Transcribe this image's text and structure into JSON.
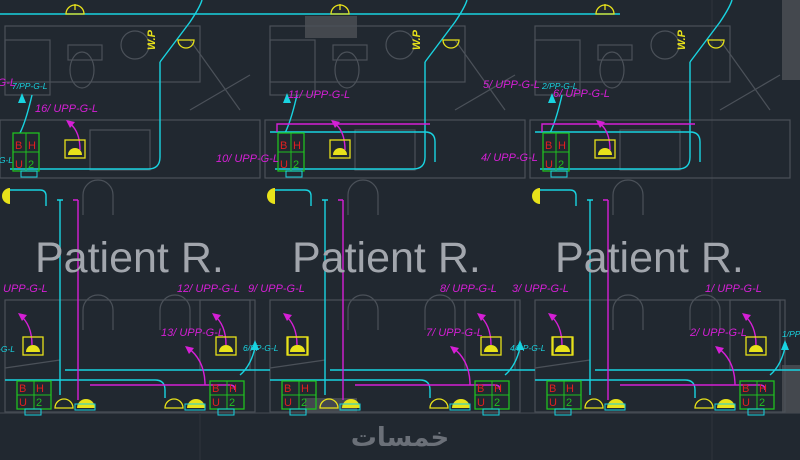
{
  "drawing": {
    "room_labels": [
      "Patient R.",
      "Patient R.",
      "Patient R."
    ],
    "wp_labels": [
      "W.P",
      "W.P",
      "W.P"
    ],
    "circuit_labels_top": [
      "7/PP-G-L",
      "16/ UPP-G-L",
      "11/ UPP-G-L",
      "10/ UPP-G-L",
      "5/ UPP-G-L",
      "2/PP-G-L",
      "6/ UPP-G-L",
      "4/ UPP-G-L"
    ],
    "circuit_labels_bottom": [
      "UPP-G-L",
      "12/ UPP-G-L",
      "9/ UPP-G-L",
      "13/ UPP-G-L",
      "6/PP-G-L",
      "8/ UPP-G-L",
      "3/ UPP-G-L",
      "7/ UPP-G-L",
      "4/PP-G-L",
      "1/ UPP-G-L",
      "2/ UPP-G-L",
      "1/PP",
      "-G-L",
      "-G-L",
      "-G-L"
    ],
    "panel_letters": {
      "b": "B",
      "h": "H",
      "u": "U",
      "n": "2"
    },
    "colors": {
      "background": "#212830",
      "power": "#19d3e0",
      "lighting": "#d61fd6",
      "fixture": "#e8e21a",
      "panel": "#20c020"
    }
  },
  "watermark": "خمسات"
}
